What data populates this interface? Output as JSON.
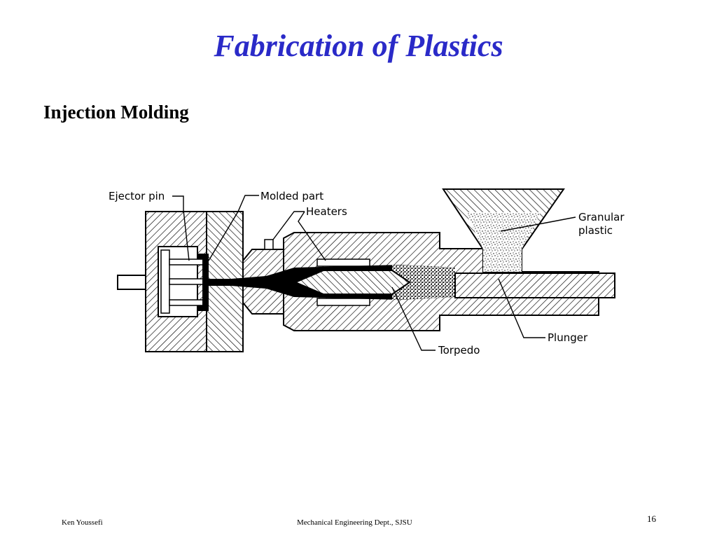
{
  "slide": {
    "title": "Fabrication of Plastics",
    "subtitle": "Injection Molding"
  },
  "diagram": {
    "labels": {
      "ejector_pin": "Ejector pin",
      "molded_part": "Molded part",
      "heaters": "Heaters",
      "granular": "Granular",
      "plastic": "plastic",
      "plunger": "Plunger",
      "torpedo": "Torpedo"
    }
  },
  "footer": {
    "author": "Ken Youssefi",
    "department": "Mechanical Engineering Dept., SJSU",
    "page_number": "16"
  },
  "colors": {
    "title": "#2a2ac8",
    "text": "#000000",
    "background": "#ffffff"
  }
}
